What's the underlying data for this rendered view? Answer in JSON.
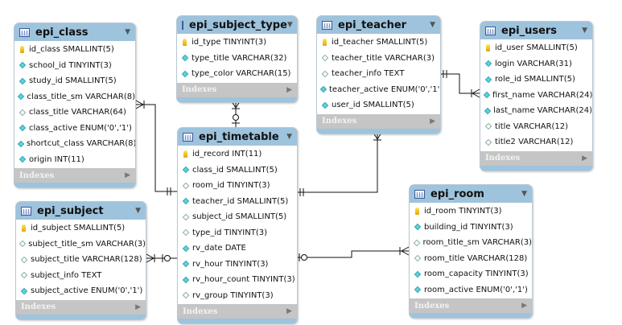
{
  "tables": {
    "epi_class": {
      "name": "epi_class",
      "columns": [
        {
          "text": "id_class SMALLINT(5)",
          "kind": "pk"
        },
        {
          "text": "school_id TINYINT(3)",
          "kind": "fk"
        },
        {
          "text": "study_id SMALLINT(5)",
          "kind": "fk"
        },
        {
          "text": "class_title_sm VARCHAR(8)",
          "kind": "fk"
        },
        {
          "text": "class_title VARCHAR(64)",
          "kind": "col"
        },
        {
          "text": "class_active ENUM('0','1')",
          "kind": "fk"
        },
        {
          "text": "shortcut_class VARCHAR(8)",
          "kind": "fk"
        },
        {
          "text": "origin INT(11)",
          "kind": "fk"
        }
      ],
      "indexes": "Indexes"
    },
    "epi_subject_type": {
      "name": "epi_subject_type",
      "columns": [
        {
          "text": "id_type TINYINT(3)",
          "kind": "pk"
        },
        {
          "text": "type_title VARCHAR(32)",
          "kind": "fk"
        },
        {
          "text": "type_color VARCHAR(15)",
          "kind": "fk"
        }
      ],
      "indexes": "Indexes"
    },
    "epi_teacher": {
      "name": "epi_teacher",
      "columns": [
        {
          "text": "id_teacher SMALLINT(5)",
          "kind": "pk"
        },
        {
          "text": "teacher_title VARCHAR(3)",
          "kind": "col"
        },
        {
          "text": "teacher_info TEXT",
          "kind": "col"
        },
        {
          "text": "teacher_active ENUM('0','1')",
          "kind": "fk"
        },
        {
          "text": "user_id SMALLINT(5)",
          "kind": "fk"
        }
      ],
      "indexes": "Indexes"
    },
    "epi_users": {
      "name": "epi_users",
      "columns": [
        {
          "text": "id_user SMALLINT(5)",
          "kind": "pk"
        },
        {
          "text": "login VARCHAR(31)",
          "kind": "fk"
        },
        {
          "text": "role_id SMALLINT(5)",
          "kind": "fk"
        },
        {
          "text": "first_name VARCHAR(24)",
          "kind": "fk"
        },
        {
          "text": "last_name VARCHAR(24)",
          "kind": "fk"
        },
        {
          "text": "title VARCHAR(12)",
          "kind": "col"
        },
        {
          "text": "title2 VARCHAR(12)",
          "kind": "col"
        }
      ],
      "indexes": "Indexes"
    },
    "epi_timetable": {
      "name": "epi_timetable",
      "columns": [
        {
          "text": "id_record INT(11)",
          "kind": "pk"
        },
        {
          "text": "class_id SMALLINT(5)",
          "kind": "fk"
        },
        {
          "text": "room_id TINYINT(3)",
          "kind": "col"
        },
        {
          "text": "teacher_id SMALLINT(5)",
          "kind": "fk"
        },
        {
          "text": "subject_id SMALLINT(5)",
          "kind": "col"
        },
        {
          "text": "type_id TINYINT(3)",
          "kind": "col"
        },
        {
          "text": "rv_date DATE",
          "kind": "fk"
        },
        {
          "text": "rv_hour TINYINT(3)",
          "kind": "fk"
        },
        {
          "text": "rv_hour_count TINYINT(3)",
          "kind": "fk"
        },
        {
          "text": "rv_group TINYINT(3)",
          "kind": "col"
        }
      ],
      "indexes": "Indexes"
    },
    "epi_subject": {
      "name": "epi_subject",
      "columns": [
        {
          "text": "id_subject SMALLINT(5)",
          "kind": "pk"
        },
        {
          "text": "subject_title_sm VARCHAR(3)",
          "kind": "col"
        },
        {
          "text": "subject_title VARCHAR(128)",
          "kind": "col"
        },
        {
          "text": "subject_info TEXT",
          "kind": "col"
        },
        {
          "text": "subject_active ENUM('0','1')",
          "kind": "fk"
        }
      ],
      "indexes": "Indexes"
    },
    "epi_room": {
      "name": "epi_room",
      "columns": [
        {
          "text": "id_room TINYINT(3)",
          "kind": "pk"
        },
        {
          "text": "building_id TINYINT(3)",
          "kind": "fk"
        },
        {
          "text": "room_title_sm VARCHAR(3)",
          "kind": "col"
        },
        {
          "text": "room_title VARCHAR(128)",
          "kind": "col"
        },
        {
          "text": "room_capacity TINYINT(3)",
          "kind": "fk"
        },
        {
          "text": "room_active ENUM('0','1')",
          "kind": "fk"
        }
      ],
      "indexes": "Indexes"
    }
  },
  "relationships": [
    {
      "from": "epi_class",
      "to": "epi_timetable"
    },
    {
      "from": "epi_subject_type",
      "to": "epi_timetable"
    },
    {
      "from": "epi_teacher",
      "to": "epi_timetable"
    },
    {
      "from": "epi_teacher",
      "to": "epi_users"
    },
    {
      "from": "epi_subject",
      "to": "epi_timetable"
    },
    {
      "from": "epi_timetable",
      "to": "epi_room"
    }
  ]
}
